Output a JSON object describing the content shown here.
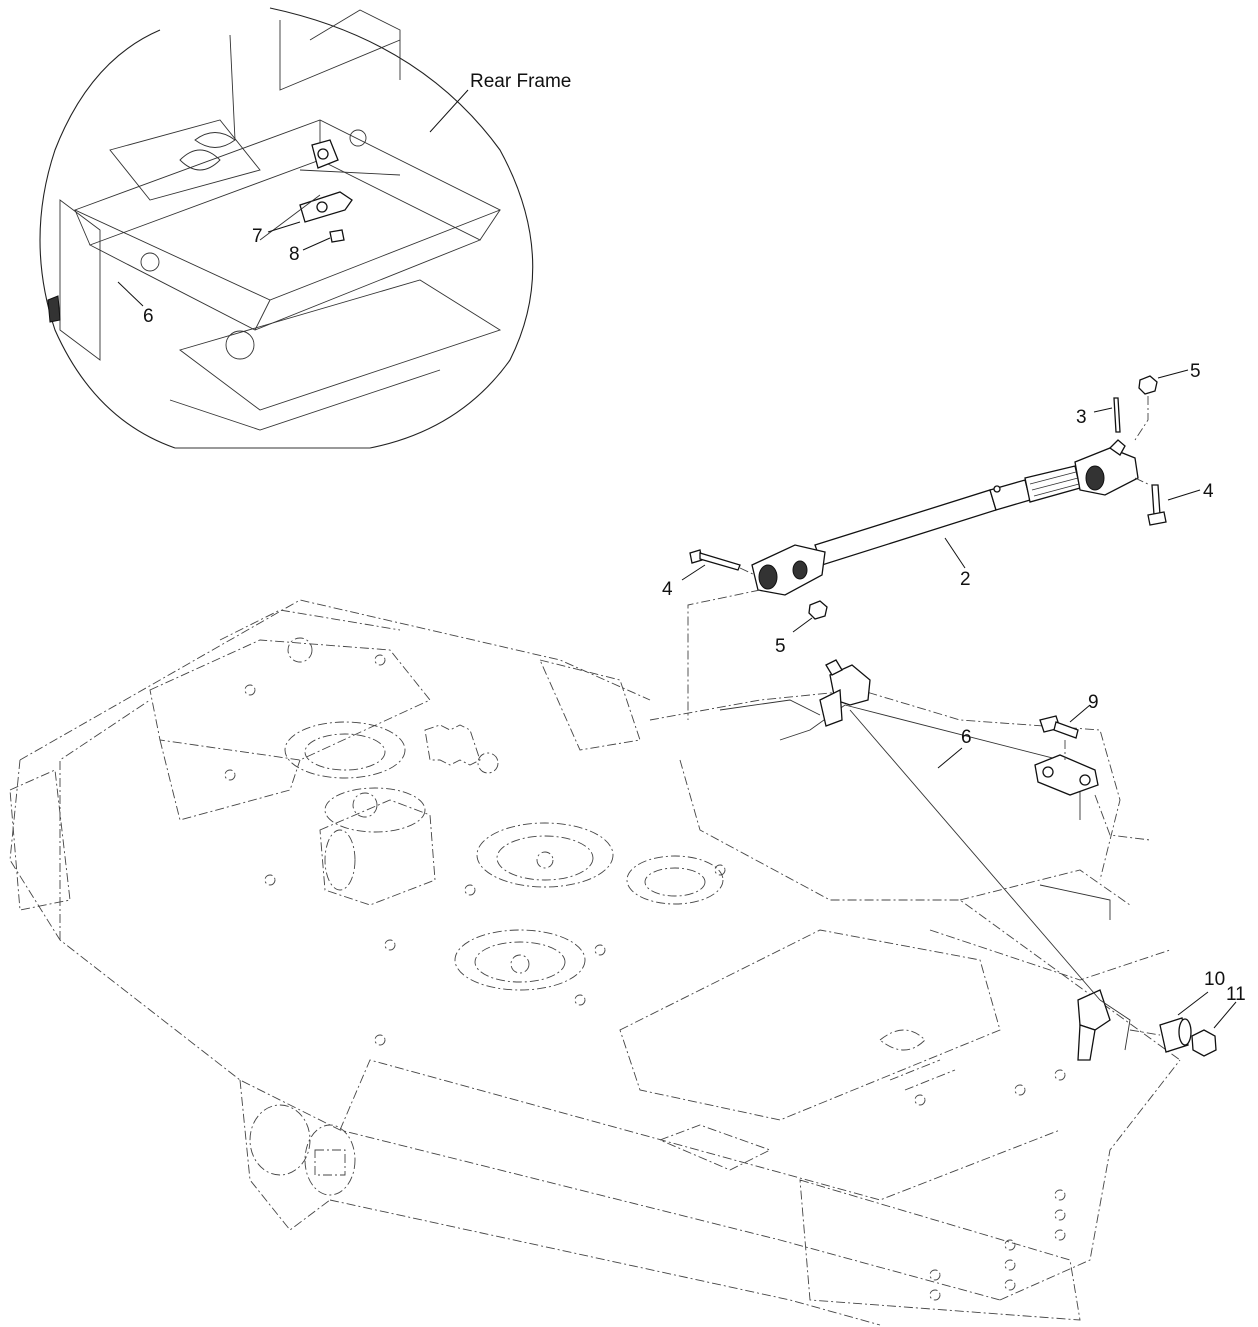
{
  "callouts": {
    "rear_frame": "Rear Frame",
    "c2": "2",
    "c3": "3",
    "c4a": "4",
    "c4b": "4",
    "c5a": "5",
    "c5b": "5",
    "c6a": "6",
    "c6b": "6",
    "c7": "7",
    "c8": "8",
    "c9": "9",
    "c10": "10",
    "c11": "11"
  }
}
